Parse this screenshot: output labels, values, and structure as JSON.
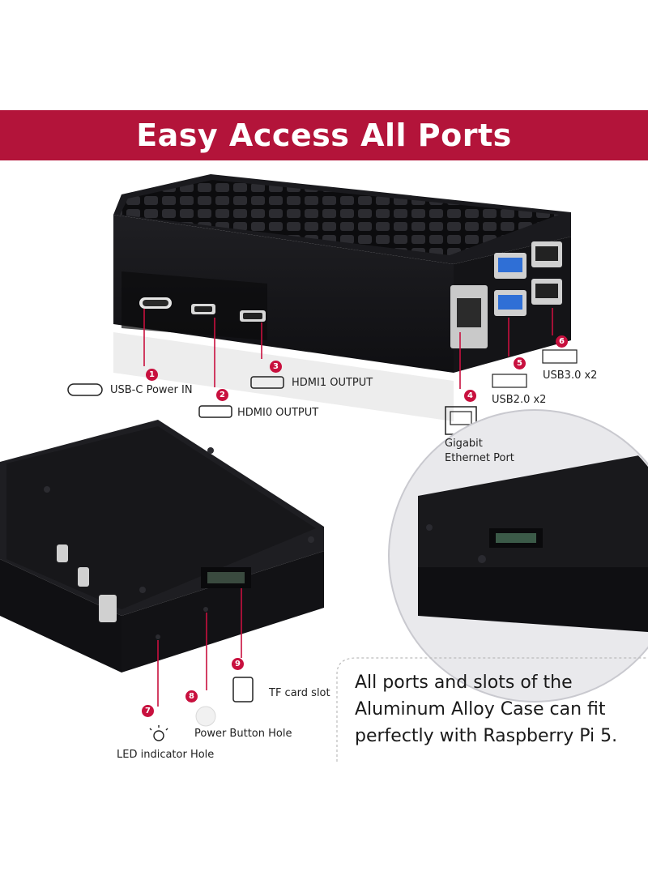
{
  "banner": {
    "title": "Easy Access All Ports",
    "color": "#b3143a"
  },
  "callouts": [
    {
      "number": "1",
      "label": "USB-C Power IN"
    },
    {
      "number": "2",
      "label": "HDMI0 OUTPUT"
    },
    {
      "number": "3",
      "label": "HDMI1 OUTPUT"
    },
    {
      "number": "4",
      "label_line1": "Gigabit",
      "label_line2": "Ethernet Port"
    },
    {
      "number": "5",
      "label": "USB2.0 x2"
    },
    {
      "number": "6",
      "label": "USB3.0 x2"
    },
    {
      "number": "7",
      "label": "LED indicator Hole"
    },
    {
      "number": "8",
      "label": "Power Button Hole"
    },
    {
      "number": "9",
      "label": "TF card slot"
    }
  ],
  "note": {
    "line1": "All ports and slots of the",
    "line2": "Aluminum Alloy Case can fit",
    "line3": "perfectly with Raspberry Pi 5."
  },
  "colors": {
    "accent": "#c8103e",
    "case": "#16161a",
    "usb3_blue": "#2f6fd6"
  }
}
